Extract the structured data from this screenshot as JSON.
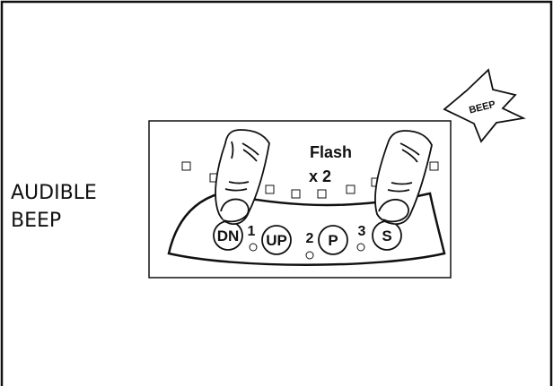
{
  "side_label": {
    "line1": "AUDIBLE",
    "line2": "BEEP"
  },
  "panel": {
    "indicator_text_line1": "Flash",
    "indicator_text_line2": "x 2"
  },
  "buttons": [
    {
      "label": "DN"
    },
    {
      "label": "UP"
    },
    {
      "label": "P"
    },
    {
      "label": "S"
    }
  ],
  "position_numbers": [
    "1",
    "2",
    "3"
  ],
  "callout": {
    "text": "BEEP"
  },
  "colors": {
    "stroke": "#111111",
    "background": "#ffffff"
  }
}
